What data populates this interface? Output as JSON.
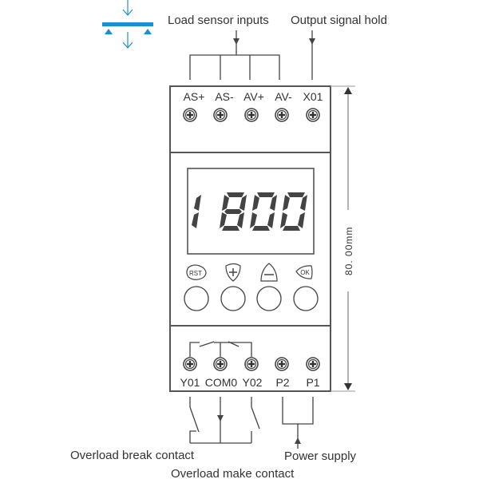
{
  "labels": {
    "load_sensor_inputs": "Load sensor inputs",
    "output_signal_hold": "Output signal hold",
    "overload_break_contact": "Overload break contact",
    "overload_make_contact": "Overload make contact",
    "power_supply": "Power supply"
  },
  "top_terminals": [
    "AS+",
    "AS-",
    "AV+",
    "AV-",
    "X01"
  ],
  "bottom_terminals": [
    "Y01",
    "COM0",
    "Y02",
    "P2",
    "P1"
  ],
  "display": {
    "value": "1800"
  },
  "buttons": [
    {
      "label": "RST",
      "icon": "rst-icon"
    },
    {
      "label": "+",
      "icon": "plus-icon"
    },
    {
      "label": "−",
      "icon": "minus-icon"
    },
    {
      "label": "OK",
      "icon": "ok-icon"
    }
  ],
  "dimension": {
    "height_label": "80. 00mm"
  },
  "colors": {
    "accent": "#1a8fd6",
    "line": "#444444"
  }
}
